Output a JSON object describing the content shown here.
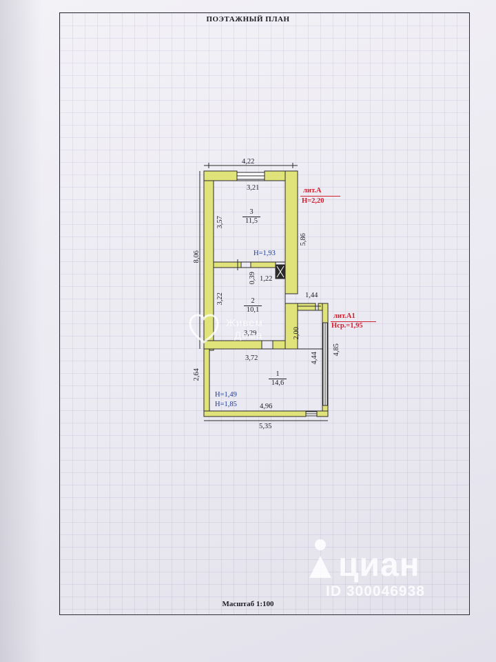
{
  "document": {
    "title": "ПОЭТАЖНЫЙ ПЛАН",
    "scale": "Масштаб 1:100"
  },
  "plan": {
    "lit_a": {
      "name": "лит.А",
      "height": "Н=2,20"
    },
    "lit_a1": {
      "name": "лит.А1",
      "height": "Нср.=1,95"
    },
    "heights": {
      "h193": "Н=1,93",
      "h149": "Н=1,49",
      "h185": "Н=1,85"
    },
    "rooms": [
      {
        "number": "3",
        "area": "11,5"
      },
      {
        "number": "2",
        "area": "10,1"
      },
      {
        "number": "1",
        "area": "14,6"
      }
    ],
    "dimensions": {
      "top_outer": "4,22",
      "top_inner": "3,21",
      "room3_height": "3,57",
      "left_total": "8,06",
      "right_lit_a": "5,86",
      "stove_side": "0,39",
      "stove_width": "1,22",
      "room2_height": "3,22",
      "room2_width": "3,29",
      "lit_a_bottom": "3,72",
      "a1_top": "1,44",
      "a1_inner_v": "2,00",
      "a1_right": "4,85",
      "room1_height": "4,44",
      "left_a1": "2,64",
      "room1_width": "4,96",
      "bottom_outer": "5,35"
    }
  },
  "watermarks": {
    "dom_line1": "Живем",
    "dom_line2": "Дома",
    "cian_name": "циан",
    "cian_id": "ID 300046938"
  },
  "colors": {
    "wall_fill": "#e0e37a",
    "wall_stroke": "#2a2a2a",
    "lit_label": "#d02030",
    "height_label": "#1a3a9a"
  }
}
